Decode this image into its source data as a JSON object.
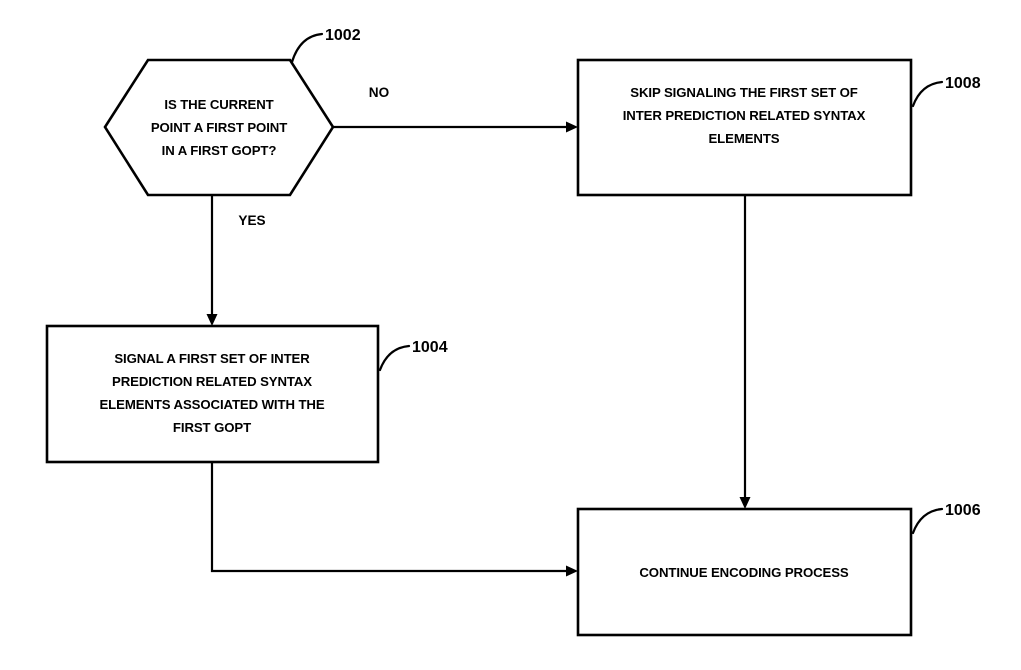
{
  "figure": {
    "type": "flowchart",
    "orientation": "landscape",
    "background_color": "#ffffff",
    "line_color": "#000000"
  },
  "nodes": {
    "decision": {
      "ref": "1002",
      "shape": "hexagon",
      "lines": [
        "IS THE CURRENT",
        "POINT A FIRST POINT",
        "IN A FIRST GOPT?"
      ]
    },
    "skip_signaling": {
      "ref": "1008",
      "shape": "rectangle",
      "lines": [
        "SKIP SIGNALING THE FIRST SET OF",
        "INTER PREDICTION RELATED SYNTAX",
        "ELEMENTS"
      ]
    },
    "signal_set": {
      "ref": "1004",
      "shape": "rectangle",
      "lines": [
        "SIGNAL A FIRST SET OF INTER",
        "PREDICTION RELATED SYNTAX",
        "ELEMENTS ASSOCIATED WITH THE",
        "FIRST GOPT"
      ]
    },
    "continue": {
      "ref": "1006",
      "shape": "rectangle",
      "lines": [
        "CONTINUE ENCODING PROCESS"
      ]
    }
  },
  "branch_labels": {
    "no": "NO",
    "yes": "YES"
  },
  "reference_numerals": {
    "decision": "1002",
    "signal_set": "1004",
    "continue": "1006",
    "skip_signaling": "1008"
  }
}
